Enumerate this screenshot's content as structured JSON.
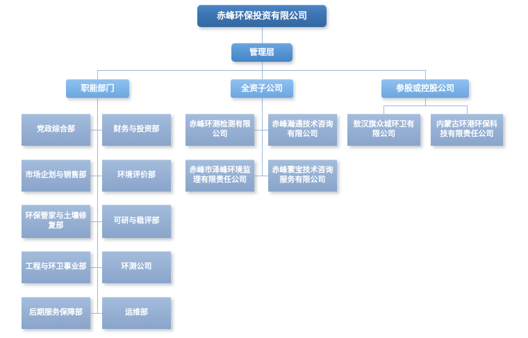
{
  "org": {
    "root_label": "赤峰环保投资有限公司",
    "management_label": "管理层",
    "branches": [
      {
        "label": "职能部门",
        "rows": [
          [
            "党政综合部",
            "财务与投资部"
          ],
          [
            "市场企划与销售部",
            "环境评价部"
          ],
          [
            "环保管家与土壤修复部",
            "可研与稳评部"
          ],
          [
            "工程与环卫事业部",
            "环测公司"
          ],
          [
            "后期服务保障部",
            "运维部"
          ]
        ]
      },
      {
        "label": "全资子公司",
        "rows": [
          [
            "赤峰环测检测有限公司",
            "赤峰瀚通技术咨询有限公司"
          ],
          [
            "赤峰市泽峰环境监理有限责任公司",
            "赤峰寰宝技术咨询服务有限公司"
          ]
        ]
      },
      {
        "label": "参股或控股公司",
        "rows": [
          [
            "敖汉旗众城环卫有限公司",
            "内蒙古环港环保科技有限责任公司"
          ]
        ]
      }
    ]
  },
  "colors": {
    "root_box": "#3c74b3",
    "management_box": "#5492d1",
    "branch_header_box": "#7bb2e7",
    "child_box": "#96b0d4",
    "connector_line": "#9db8d9",
    "text": "#ffffff",
    "background": "#ffffff"
  }
}
